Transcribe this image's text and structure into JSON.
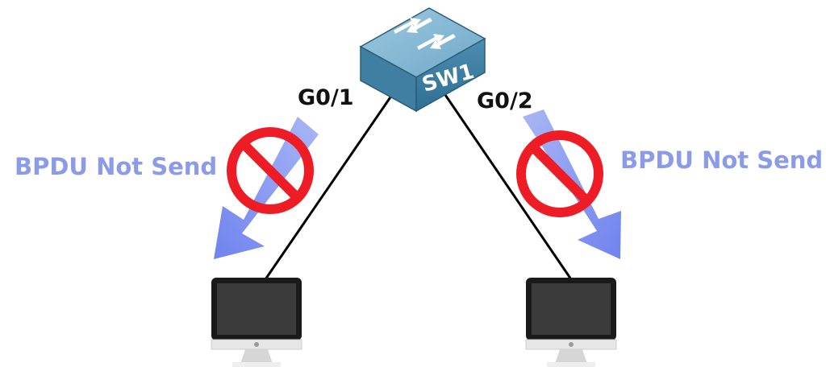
{
  "switch": {
    "name": "SW1"
  },
  "ports": {
    "left": "G0/1",
    "right": "G0/2"
  },
  "notes": {
    "left": "BPDU Not Send",
    "right": "BPDU Not Send"
  },
  "colors": {
    "bpdu_arrow": "#7f93f0",
    "prohibit": "#ee1c24",
    "switch_body": "#4e8fb0",
    "cable": "#000000",
    "monitor": "#3a3a3a"
  },
  "icons": [
    "network-switch-icon",
    "desktop-computer-icon",
    "prohibited-icon",
    "arrow-icon"
  ]
}
